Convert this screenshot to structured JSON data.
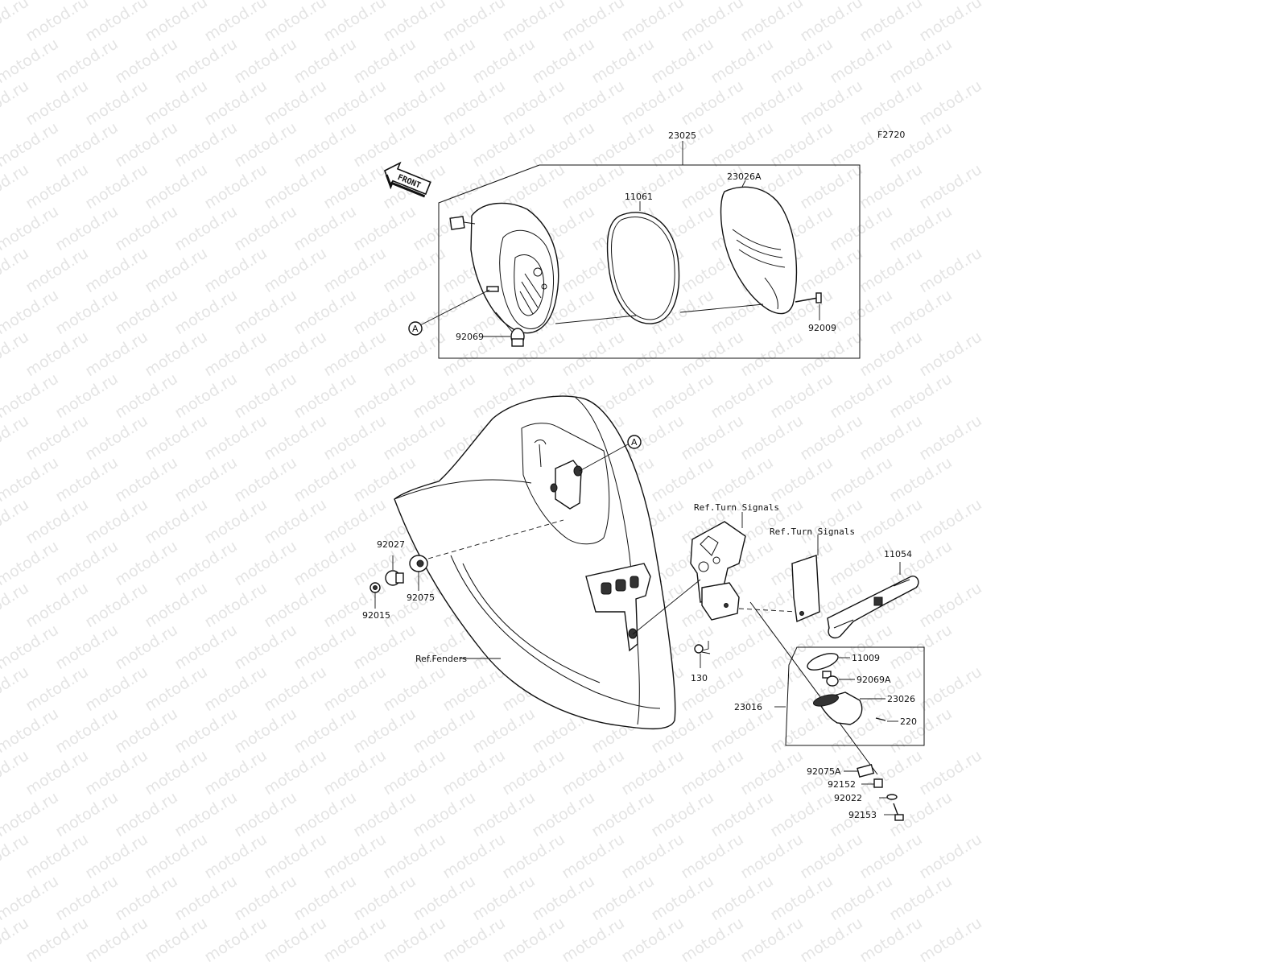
{
  "watermark": "motod.ru",
  "figure_code": "F2720",
  "front_arrow": "FRONT",
  "callout_letter": "A",
  "parts": {
    "p23025": "23025",
    "p11061": "11061",
    "p23026A": "23026A",
    "p92009": "92009",
    "p92069": "92069",
    "p92027": "92027",
    "p92075": "92075",
    "p92015": "92015",
    "p130": "130",
    "p11054": "11054",
    "p11009": "11009",
    "p92069A": "92069A",
    "p23016": "23016",
    "p23026": "23026",
    "p220": "220",
    "p92075A": "92075A",
    "p92152": "92152",
    "p92022": "92022",
    "p92153": "92153"
  },
  "refs": {
    "turn_signals_1": "Ref.Turn Signals",
    "turn_signals_2": "Ref.Turn Signals",
    "fenders": "Ref.Fenders"
  }
}
